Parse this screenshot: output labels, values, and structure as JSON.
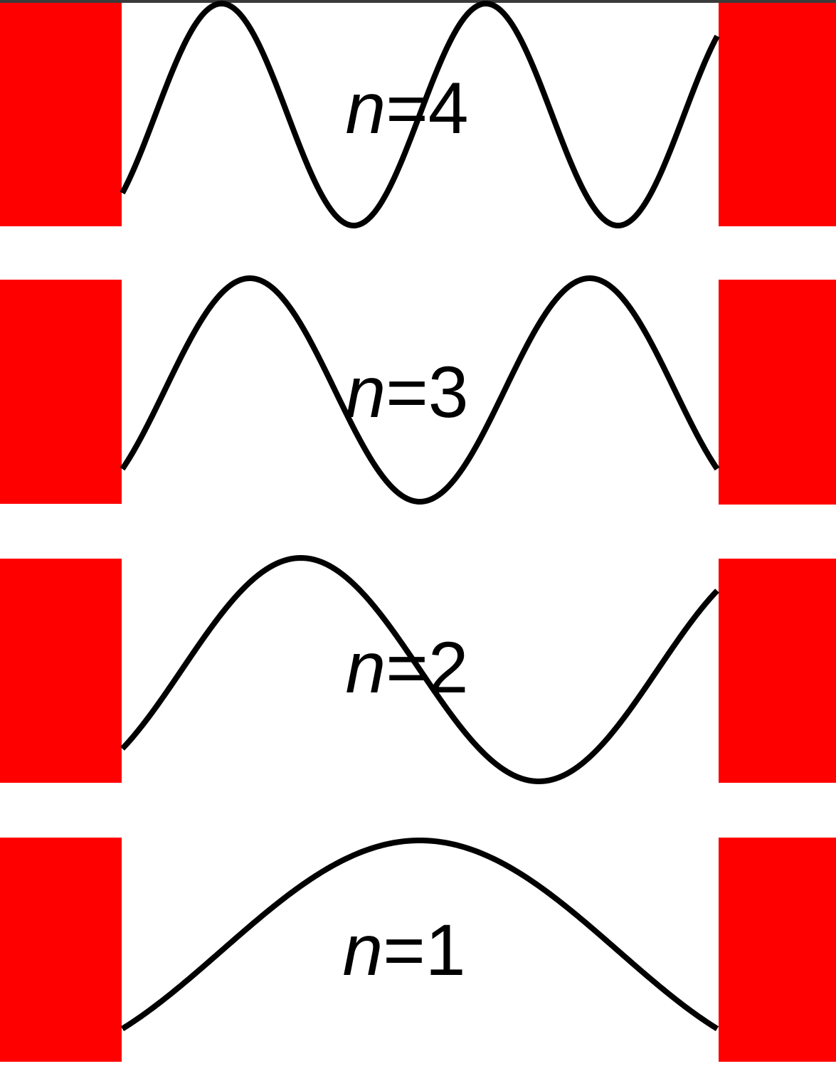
{
  "colors": {
    "wall": "#ff0000",
    "wave": "#000000",
    "background": "#ffffff"
  },
  "modes": [
    {
      "variable": "n",
      "equals": "=",
      "value": "4",
      "n": 4,
      "start_direction": 1
    },
    {
      "variable": "n",
      "equals": "=",
      "value": "3",
      "n": 3,
      "start_direction": 1
    },
    {
      "variable": "n",
      "equals": "=",
      "value": "2",
      "n": 2,
      "start_direction": 1
    },
    {
      "variable": "n",
      "equals": "=",
      "value": "1",
      "n": 1,
      "start_direction": 1
    }
  ]
}
